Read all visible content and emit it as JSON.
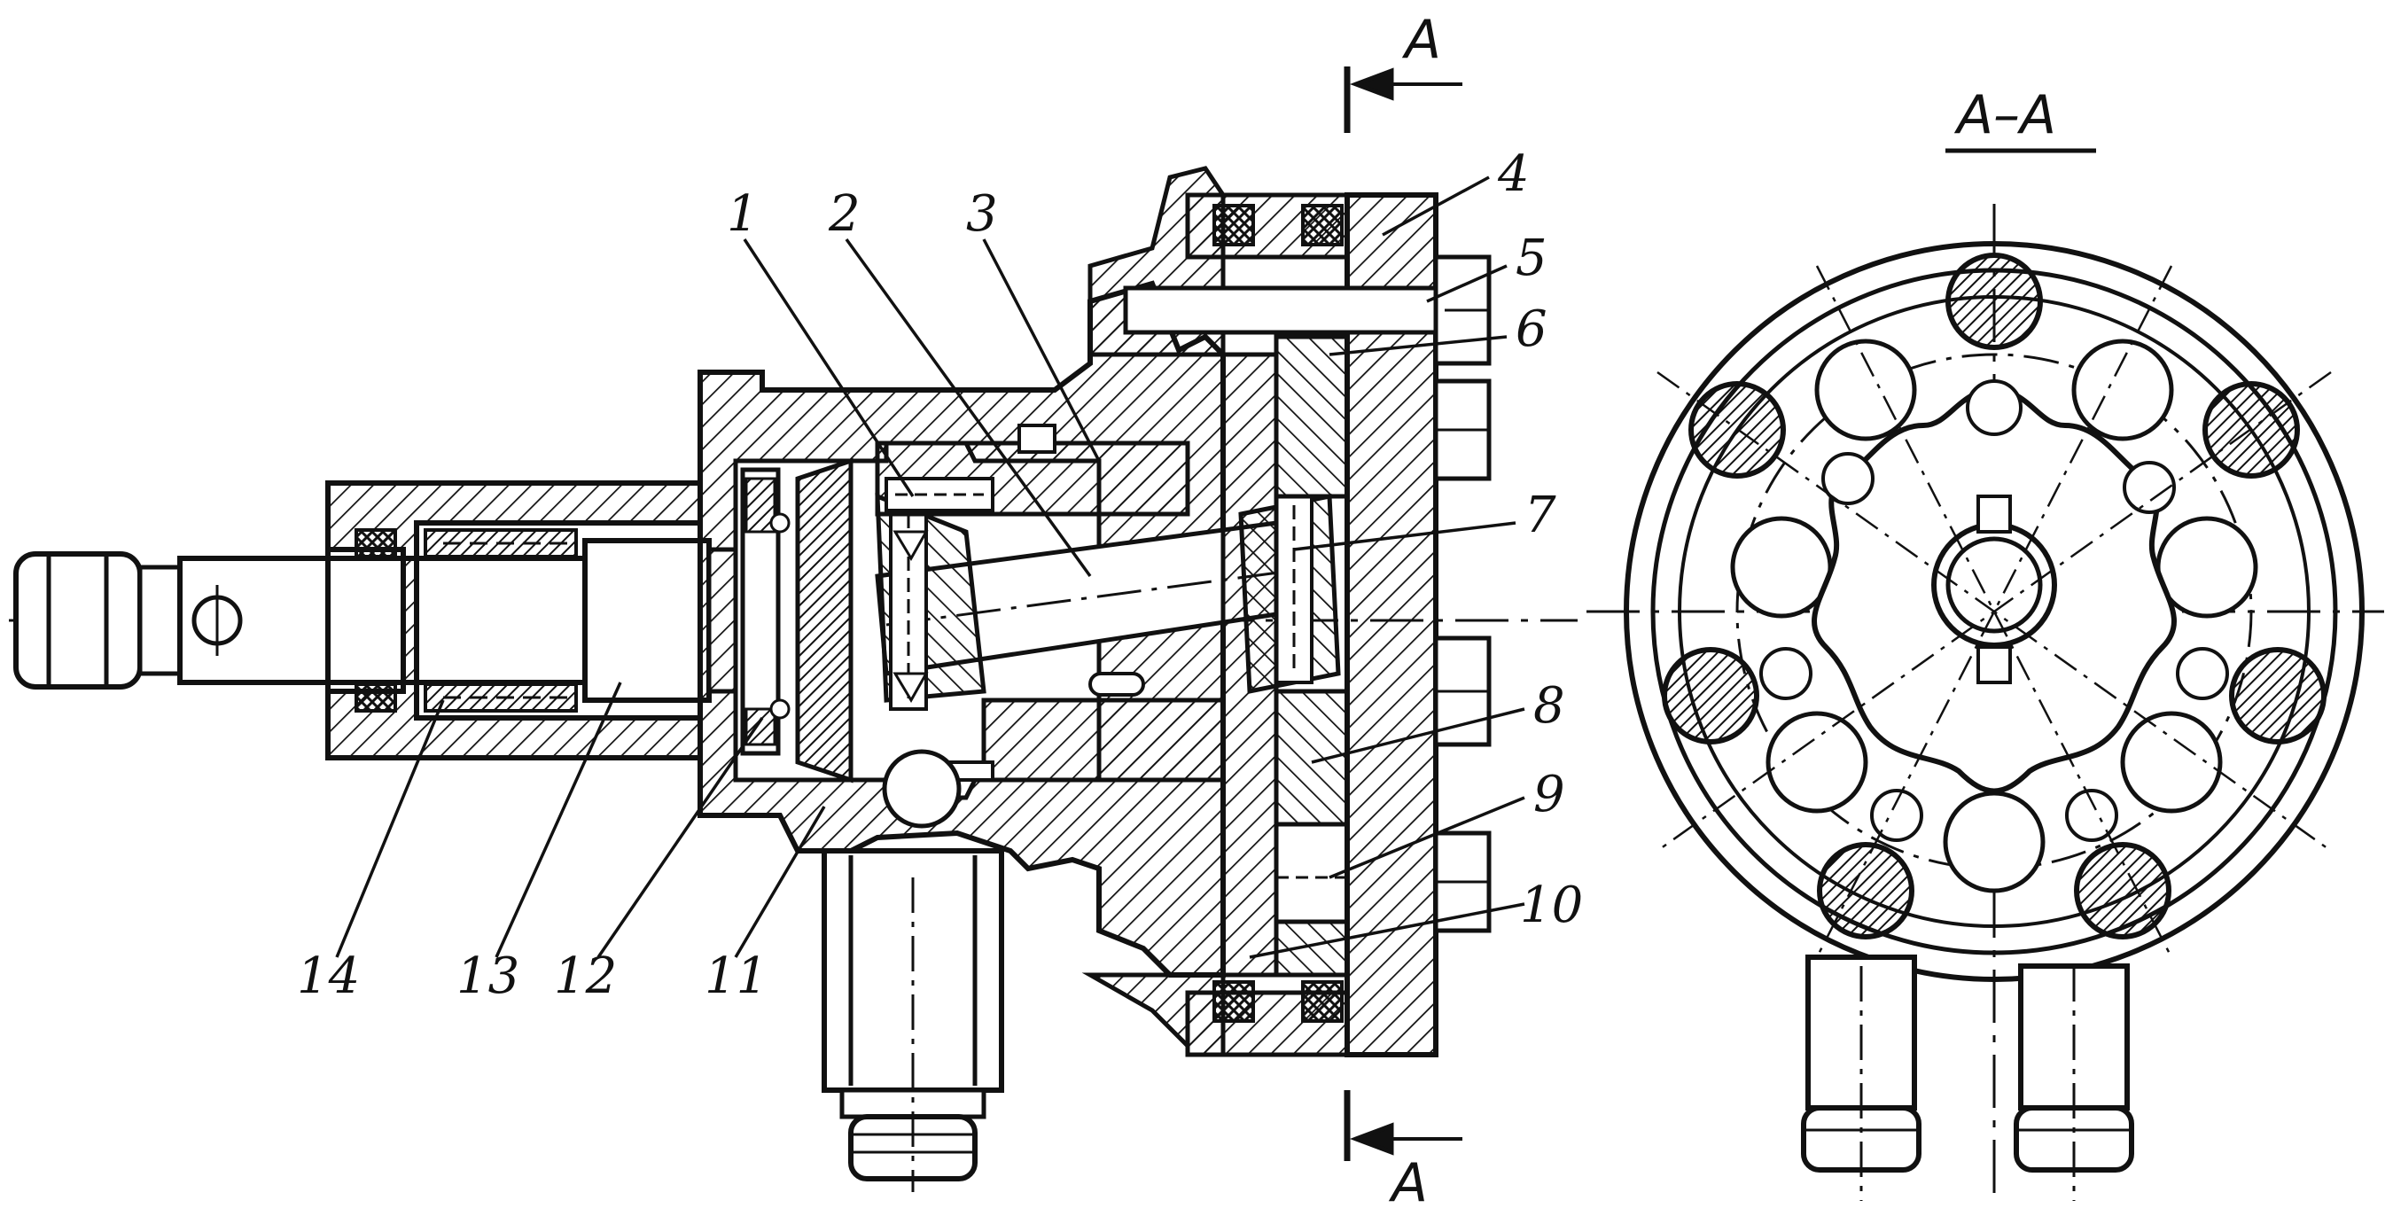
{
  "section": {
    "title": "A–A",
    "marker_top": "A",
    "marker_bottom": "A"
  },
  "callouts": [
    {
      "id": "1",
      "text": "1"
    },
    {
      "id": "2",
      "text": "2"
    },
    {
      "id": "3",
      "text": "3"
    },
    {
      "id": "4",
      "text": "4"
    },
    {
      "id": "5",
      "text": "5"
    },
    {
      "id": "6",
      "text": "6"
    },
    {
      "id": "7",
      "text": "7"
    },
    {
      "id": "8",
      "text": "8"
    },
    {
      "id": "9",
      "text": "9"
    },
    {
      "id": "10",
      "text": "10"
    },
    {
      "id": "11",
      "text": "11"
    },
    {
      "id": "12",
      "text": "12"
    },
    {
      "id": "13",
      "text": "13"
    },
    {
      "id": "14",
      "text": "14"
    }
  ],
  "colors": {
    "ink": "#111111",
    "paper": "#ffffff"
  }
}
